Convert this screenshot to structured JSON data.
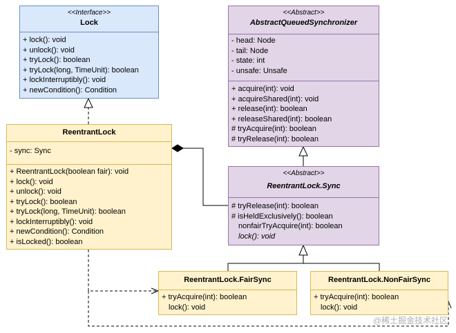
{
  "lock": {
    "stereotype": "<<Interface>>",
    "name": "Lock",
    "methods": [
      "+ lock(): void",
      "+ unlock(): void",
      "+ tryLock(): boolean",
      "+ tryLock(long, TimeUnit): boolean",
      "+ lockInterruptibly(): void",
      "+ newCondition(): Condition"
    ]
  },
  "aqs": {
    "stereotype": "<<Abstract>>",
    "name": "AbstractQueuedSynchronizer",
    "fields": [
      "- head: Node",
      "- tail: Node",
      "- state: int",
      "- unsafe: Unsafe"
    ],
    "methods": [
      "+ acquire(int): void",
      "+ acquireShared(int): void",
      "+ release(int): boolean",
      "+ releaseShared(int): boolean",
      "# tryAcquire(int): boolean",
      "# tryRelease(int): boolean"
    ]
  },
  "reentrant": {
    "name": "ReentrantLock",
    "fields": [
      "- sync: Sync"
    ],
    "methods": [
      "+ ReentrantLock(boolean fair): void",
      "+ lock(): void",
      "+ unlock(): void",
      "+ tryLock(): boolean",
      "+ tryLock(long, TimeUnit): boolean",
      "+ lockInterruptibly(): void",
      "+ newCondition(): Condition",
      "+ isLocked(): boolean"
    ]
  },
  "sync": {
    "stereotype": "<<Abstract>>",
    "name": "ReentrantLock.Sync",
    "methods": [
      "# tryRelease(int): boolean",
      "# isHeldExclusively(): boolean",
      "nonfairTryAcquire(int): boolean",
      "lock(): void"
    ]
  },
  "fair": {
    "name": "ReentrantLock.FairSync",
    "methods": [
      "+ tryAcquire(int): boolean",
      "lock(): void"
    ]
  },
  "nonfair": {
    "name": "ReentrantLock.NonFairSync",
    "methods": [
      "+ tryAcquire(int): boolean",
      "lock(): void"
    ]
  },
  "watermark": "@稀土掘金技术社区"
}
